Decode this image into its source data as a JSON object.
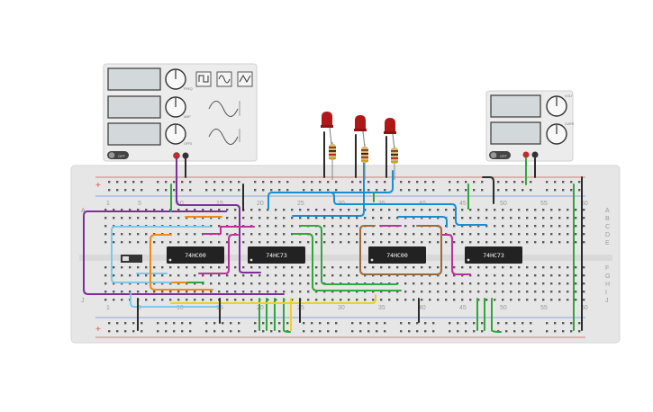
{
  "function_generator": {
    "waveforms": [
      "square",
      "sine",
      "triangle"
    ],
    "knob_labels": [
      "FREQ",
      "AMP",
      "OFFS"
    ],
    "power_label": "OFF"
  },
  "power_supply": {
    "knob_labels": [
      "VOLT",
      "CURR"
    ],
    "power_label": "OFF"
  },
  "breadboard": {
    "column_numbers_top": [
      "1",
      "5",
      "10",
      "15",
      "20",
      "25",
      "30",
      "35",
      "40",
      "45",
      "50",
      "55",
      "60"
    ],
    "column_numbers_bottom": [
      "1",
      "5",
      "10",
      "15",
      "20",
      "25",
      "30",
      "35",
      "40",
      "45",
      "50",
      "55",
      "60"
    ],
    "row_letters_top": [
      "A",
      "B",
      "C",
      "D",
      "E"
    ],
    "row_letters_bottom": [
      "F",
      "G",
      "H",
      "I",
      "J"
    ],
    "rail_plus": "+",
    "rail_minus": "−"
  },
  "chips": [
    {
      "label": "74HC00"
    },
    {
      "label": "74HC73"
    },
    {
      "label": "74HC00"
    },
    {
      "label": "74HC73"
    }
  ],
  "leds": [
    {
      "color": "#b01818"
    },
    {
      "color": "#b01818"
    },
    {
      "color": "#b01818"
    }
  ],
  "colors": {
    "board": "#e6e6e6",
    "rail_red": "#e05050",
    "rail_blue": "#6b8fd6",
    "wire_purple": "#7b2f9a",
    "wire_orange": "#f08a14",
    "wire_magenta": "#c0309a",
    "wire_blue": "#1a8fd0",
    "wire_lightblue": "#7ec8e8",
    "wire_green": "#2ea83a",
    "wire_yellow": "#f2d020",
    "wire_brown": "#9b6a3a",
    "wire_black": "#2a2a2a"
  }
}
